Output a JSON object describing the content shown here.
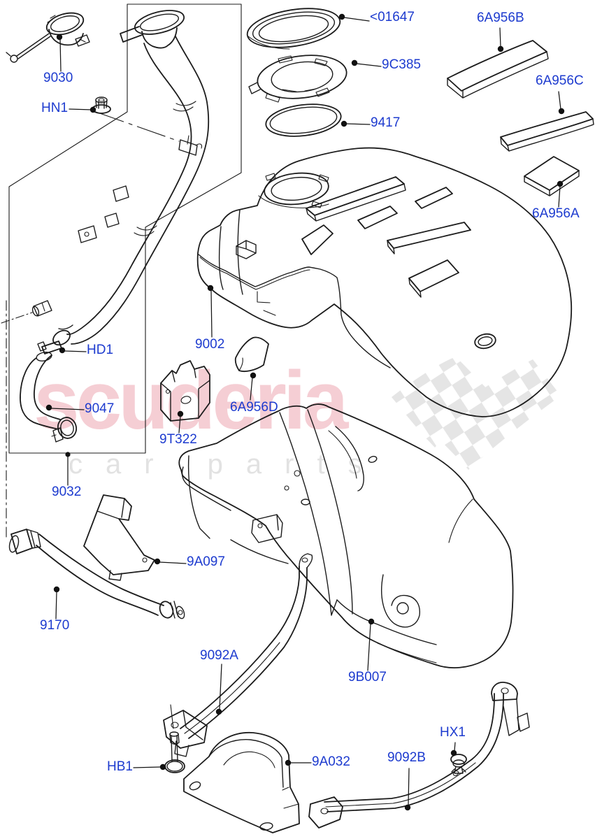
{
  "watermark": {
    "brand": "scuderia",
    "subtext": "car parts"
  },
  "labels": [
    {
      "id": "9030",
      "text": "9030"
    },
    {
      "id": "HN1",
      "text": "HN1"
    },
    {
      "id": "01647",
      "text": "<01647"
    },
    {
      "id": "9C385",
      "text": "9C385"
    },
    {
      "id": "9417",
      "text": "9417"
    },
    {
      "id": "6A956B",
      "text": "6A956B"
    },
    {
      "id": "6A956C",
      "text": "6A956C"
    },
    {
      "id": "6A956A",
      "text": "6A956A"
    },
    {
      "id": "9002",
      "text": "9002"
    },
    {
      "id": "HD1",
      "text": "HD1"
    },
    {
      "id": "9047",
      "text": "9047"
    },
    {
      "id": "6A956D",
      "text": "6A956D"
    },
    {
      "id": "9T322",
      "text": "9T322"
    },
    {
      "id": "9032",
      "text": "9032"
    },
    {
      "id": "9A097",
      "text": "9A097"
    },
    {
      "id": "9170",
      "text": "9170"
    },
    {
      "id": "9092A",
      "text": "9092A"
    },
    {
      "id": "9B007",
      "text": "9B007"
    },
    {
      "id": "HB1",
      "text": "HB1"
    },
    {
      "id": "9A032",
      "text": "9A032"
    },
    {
      "id": "9092B",
      "text": "9092B"
    },
    {
      "id": "HX1",
      "text": "HX1"
    }
  ],
  "colors": {
    "label_blue": "#1d3bcf",
    "line_black": "#1c1c1c",
    "watermark_pink": "#f5ced4",
    "watermark_gray": "#e2e2e2",
    "flag_gray": "#e5e5e5"
  }
}
